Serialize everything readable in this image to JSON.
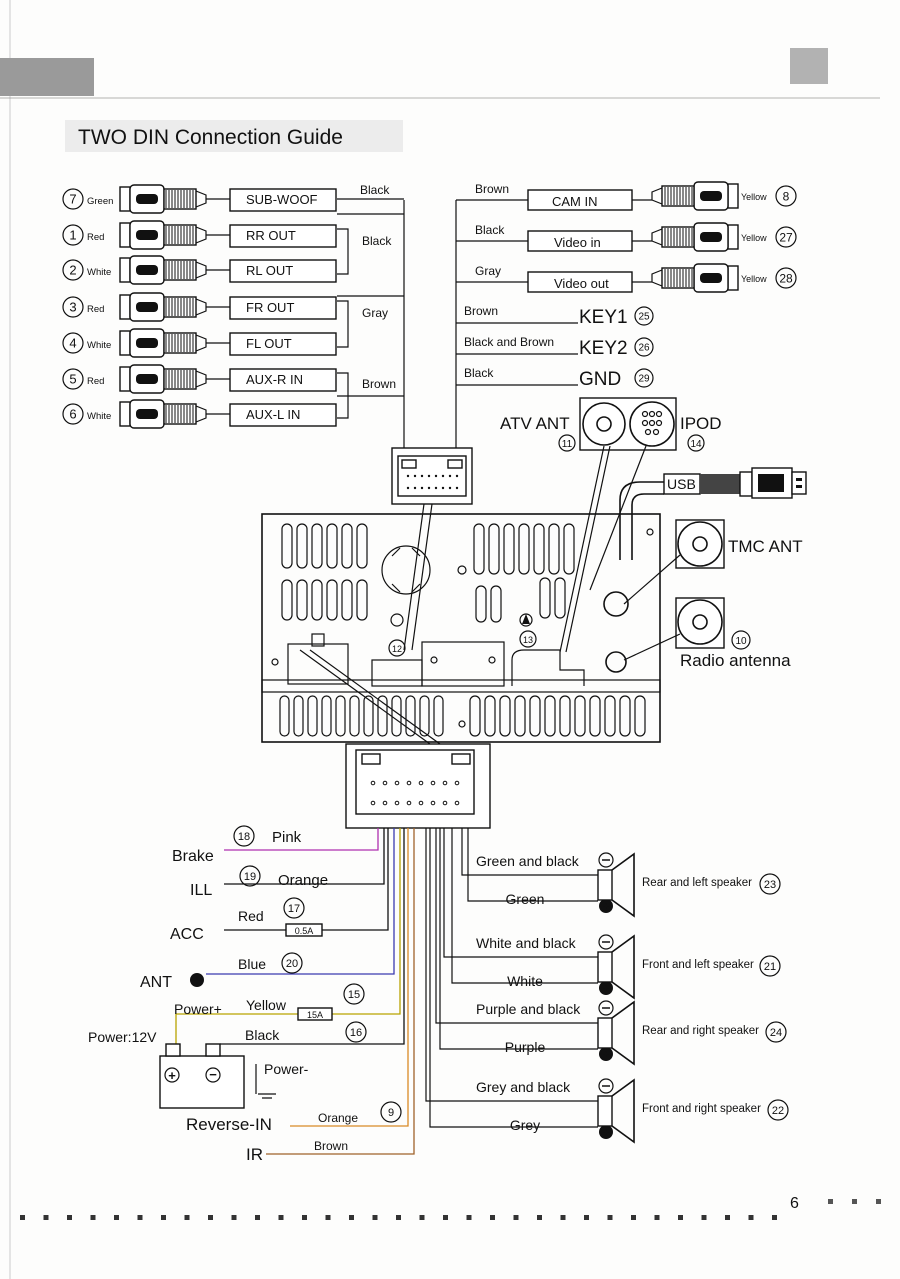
{
  "page": {
    "title": "TWO DIN Connection Guide",
    "page_number": "6"
  },
  "colors": {
    "pink": "#b030b0",
    "orange": "#d98a25",
    "blue": "#3b3bb0",
    "brown": "#a0622a",
    "yellow": "#b8a400",
    "header_bar": "#9a9a9a"
  },
  "rca_left": [
    {
      "num": "7",
      "color": "Green",
      "label": "SUB-WOOF",
      "wire": "Black"
    },
    {
      "num": "1",
      "color": "Red",
      "label": "RR OUT",
      "wire": "Black"
    },
    {
      "num": "2",
      "color": "White",
      "label": "RL OUT",
      "wire": ""
    },
    {
      "num": "3",
      "color": "Red",
      "label": "FR OUT",
      "wire": "Gray"
    },
    {
      "num": "4",
      "color": "White",
      "label": "FL OUT",
      "wire": ""
    },
    {
      "num": "5",
      "color": "Red",
      "label": "AUX-R IN",
      "wire": "Brown"
    },
    {
      "num": "6",
      "color": "White",
      "label": "AUX-L IN",
      "wire": ""
    }
  ],
  "rca_right": [
    {
      "num": "8",
      "color": "Yellow",
      "label": "CAM IN",
      "wire": "Brown"
    },
    {
      "num": "27",
      "color": "Yellow",
      "label": "Video in",
      "wire": "Black"
    },
    {
      "num": "28",
      "color": "Yellow",
      "label": "Video out",
      "wire": "Gray"
    }
  ],
  "keys": [
    {
      "wire": "Brown",
      "label": "KEY1",
      "num": "25"
    },
    {
      "wire": "Black and Brown",
      "label": "KEY2",
      "num": "26"
    },
    {
      "wire": "Black",
      "label": "GND",
      "num": "29"
    }
  ],
  "ports": {
    "atv": {
      "label": "ATV ANT",
      "num": "11"
    },
    "ipod": {
      "label": "IPOD",
      "num": "14"
    },
    "usb": {
      "label": "USB"
    },
    "tmc": {
      "label": "TMC ANT"
    },
    "radio": {
      "label": "Radio antenna",
      "num": "10"
    },
    "unit_12": "12",
    "unit_13": "13"
  },
  "power": {
    "brake": {
      "label": "Brake",
      "wire": "Pink",
      "num": "18"
    },
    "ill": {
      "label": "ILL",
      "wire": "Orange",
      "num": "19"
    },
    "acc": {
      "label": "ACC",
      "wire": "Red",
      "num": "17",
      "fuse": "0.5A"
    },
    "ant": {
      "label": "ANT",
      "wire": "Blue",
      "num": "20"
    },
    "power_plus": {
      "label": "Power+",
      "wire": "Yellow",
      "num": "15",
      "fuse": "15A"
    },
    "black": {
      "wire": "Black",
      "num": "16"
    },
    "supply": "Power:12V",
    "power_minus": "Power-",
    "reverse": {
      "label": "Reverse-IN",
      "wire": "Orange",
      "num": "9"
    },
    "ir": {
      "label": "IR",
      "wire": "Brown"
    }
  },
  "speakers": [
    {
      "neg_wire": "Green and black",
      "pos_wire": "Green",
      "label": "Rear and left speaker",
      "num": "23"
    },
    {
      "neg_wire": "White and black",
      "pos_wire": "White",
      "label": "Front and left speaker",
      "num": "21"
    },
    {
      "neg_wire": "Purple and black",
      "pos_wire": "Purple",
      "label": "Rear and right speaker",
      "num": "24"
    },
    {
      "neg_wire": "Grey and black",
      "pos_wire": "Grey",
      "label": "Front and right speaker",
      "num": "22"
    }
  ]
}
